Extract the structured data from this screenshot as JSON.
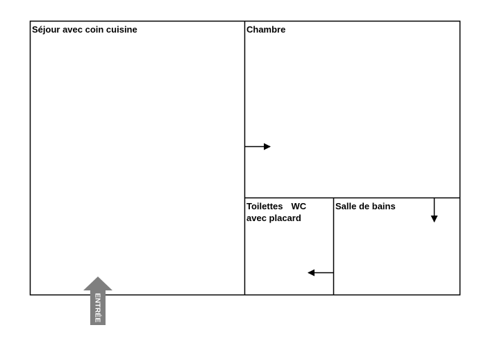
{
  "colors": {
    "wall": "#000000",
    "background": "#ffffff",
    "entrance_arrow": "#7f7f7f",
    "entrance_text": "#ffffff"
  },
  "rooms": {
    "sejour": {
      "label": "Séjour avec coin cuisine"
    },
    "chambre": {
      "label": "Chambre"
    },
    "toilettes": {
      "label_part1": "Toilettes",
      "label_part2": "WC",
      "label_line2": "avec placard"
    },
    "salle_de_bains": {
      "label": "Salle de bains"
    }
  },
  "entrance": {
    "label": "ENTRÉE",
    "icon": "up-arrow-icon"
  },
  "doors": [
    {
      "name": "door-sejour-chambre",
      "icon": "right-arrow-icon"
    },
    {
      "name": "door-salle-de-bains",
      "icon": "down-arrow-icon"
    },
    {
      "name": "door-toilettes",
      "icon": "left-arrow-icon"
    }
  ]
}
